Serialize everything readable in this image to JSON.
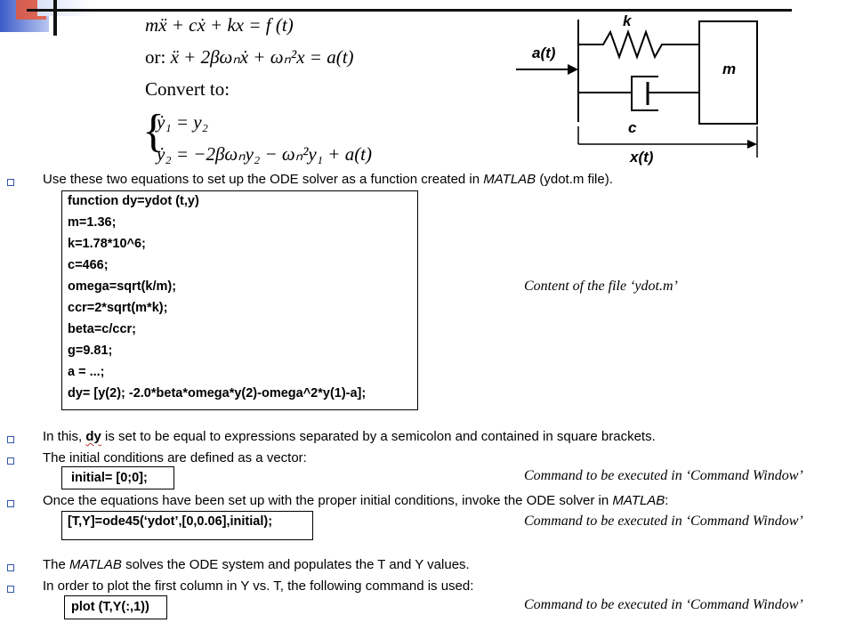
{
  "equations": {
    "main": "mẍ + cẋ + kx = f (t)",
    "or_prefix": "or:",
    "or_eq": "ẍ + 2βωₙẋ + ωₙ²x = a(t)",
    "convert": "Convert to:",
    "sys1": "ẏ₁ = y₂",
    "sys2": "ẏ₂ = −2βωₙy₂ − ωₙ²y₁ + a(t)"
  },
  "diagram": {
    "k_label": "k",
    "c_label": "c",
    "m_label": "m",
    "a_label": "a(t)",
    "x_label": "x(t)"
  },
  "bullets": [
    {
      "pre": "Use these two equations to set up the ODE solver as a function created in ",
      "em": "MATLAB",
      "post": " (ydot.m file)."
    },
    {
      "pre": "In this, ",
      "em": "dy",
      "post": " is set to be equal to expressions separated by a semicolon and contained in square brackets."
    },
    {
      "pre": "The initial conditions are defined as a vector:",
      "em": "",
      "post": ""
    },
    {
      "pre": "Once the equations have been set up with the proper initial conditions, invoke the ODE solver in ",
      "em": "MATLAB",
      "post": ":"
    },
    {
      "pre": "The ",
      "em": "MATLAB",
      "post": " solves the ODE system and populates the T and Y values."
    },
    {
      "pre": "In order to plot the first column in Y vs. T, the following command is used:",
      "em": "",
      "post": ""
    }
  ],
  "code": {
    "function_lines": [
      "function dy=ydot (t,y)",
      "m=1.36;",
      "k=1.78*10^6;",
      "c=466;",
      "omega=sqrt(k/m);",
      "ccr=2*sqrt(m*k);",
      "beta=c/ccr;",
      "g=9.81;",
      "a = ...;",
      "dy= [y(2); -2.0*beta*omega*y(2)-omega^2*y(1)-a];"
    ],
    "initial": "initial= [0;0];",
    "ode": "[T,Y]=ode45(‘ydot’,[0,0.06],initial);",
    "plot": "plot (T,Y(:,1))"
  },
  "notes": {
    "file_content": "Content of the file ‘ydot.m’",
    "cmd1": "Command to be executed in ‘Command Window’",
    "cmd2": "Command to be executed in ‘Command Window’",
    "cmd3": "Command to be executed in ‘Command Window’"
  }
}
